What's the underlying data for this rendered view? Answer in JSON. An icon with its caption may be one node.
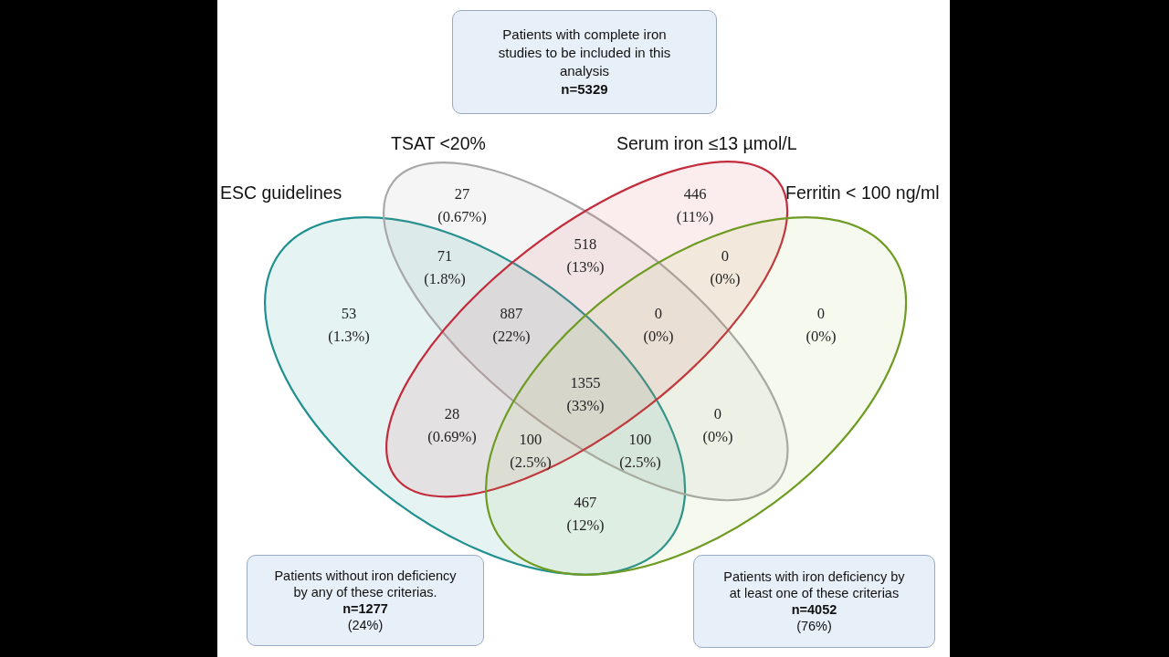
{
  "diagram": {
    "nodes": [
      {
        "text": [
          "Patients with complete iron studies to be included in this analysis",
          "n=5329"
        ]
      },
      {
        "text": [
          "ESC guidelines"
        ]
      },
      {
        "text": [
          "TSAT <20%"
        ]
      },
      {
        "text": [
          "Serum iron ≤13 µmol/L"
        ]
      },
      {
        "text": [
          "Ferritin < 100 ng/ml"
        ]
      },
      {
        "text": [
          "Patients without iron deficiency by any of these criterias.",
          "n=1277",
          "(24%)"
        ]
      },
      {
        "text": [
          "Patients with iron deficiency by at least one of these criterias",
          "n=4052",
          "(76%)"
        ]
      }
    ],
    "labels": [
      "27 (0.67%)",
      "446 (11%)",
      "71 (1.8%)",
      "518 (13%)",
      "0 (0%)",
      "53 (1.3%)",
      "887 (22%)",
      "0 (0%)",
      "0 (0%)",
      "1355 (33%)",
      "28 (0.69%)",
      "0 (0%)",
      "100 (2.5%)",
      "100 (2.5%)",
      "467 (12%)"
    ]
  }
}
